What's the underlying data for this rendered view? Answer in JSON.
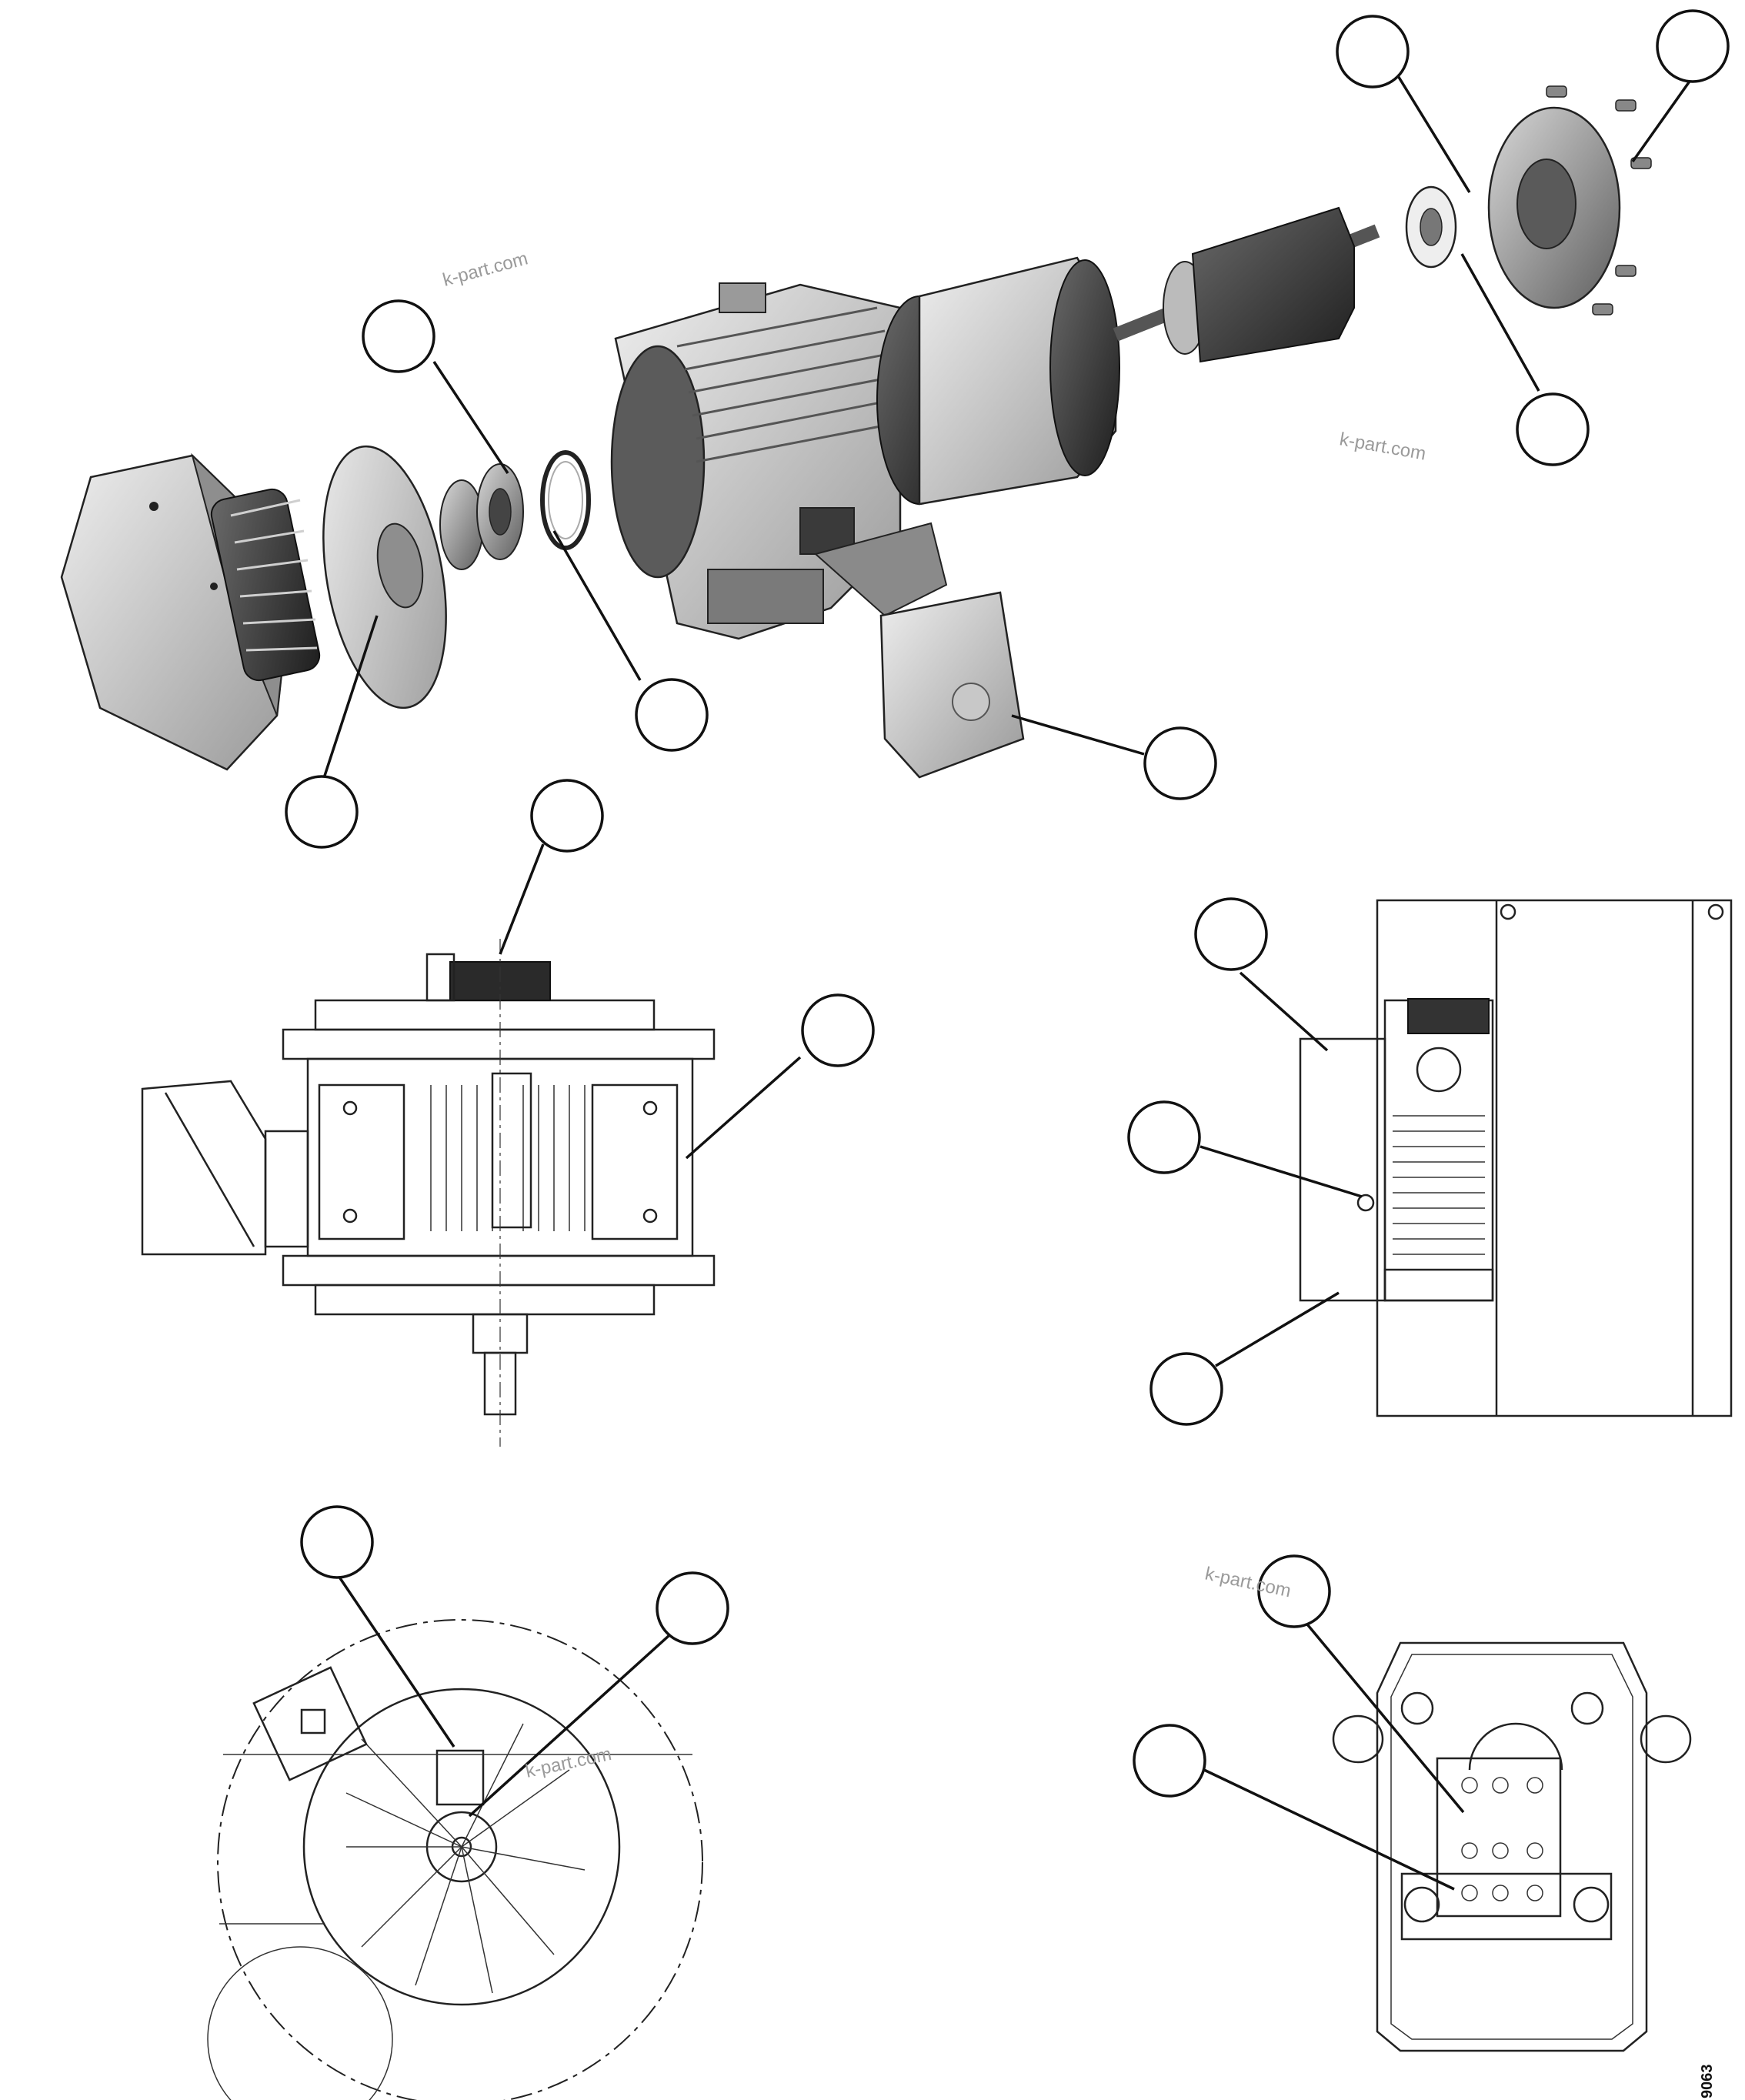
{
  "watermarks": [
    "k-part.com",
    "k-part.com",
    "k-part.com",
    "k-part.com"
  ],
  "drawing_code": "9063",
  "views": [
    {
      "name": "exploded-motor-view"
    },
    {
      "name": "mounted-motor-top-view"
    },
    {
      "name": "mounted-motor-side-view"
    },
    {
      "name": "end-bell-detail-view"
    },
    {
      "name": "terminal-box-detail-view"
    }
  ],
  "callout_count": 16,
  "palette": {
    "ink": "#111111",
    "shade": "#8c8c8c",
    "dark": "#2a2a2a",
    "paper": "#ffffff"
  }
}
